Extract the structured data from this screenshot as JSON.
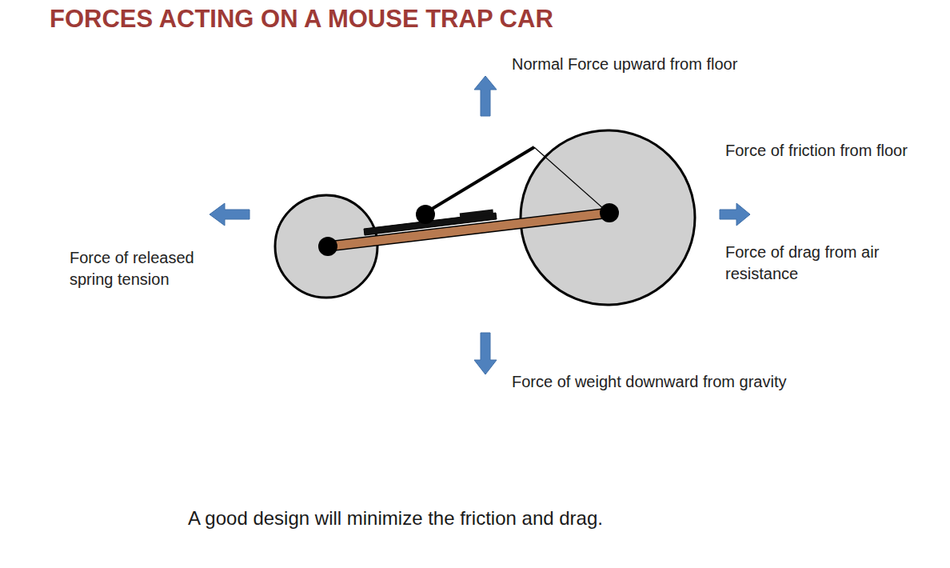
{
  "diagram": {
    "title": "FORCES ACTING ON A MOUSE TRAP CAR",
    "caption": "A good design will minimize the friction and drag.",
    "labels": [
      "Normal Force upward from floor",
      "Force of friction from floor",
      "Force of drag from air resistance",
      "Force of released spring tension",
      "Force of weight downward from gravity"
    ]
  }
}
